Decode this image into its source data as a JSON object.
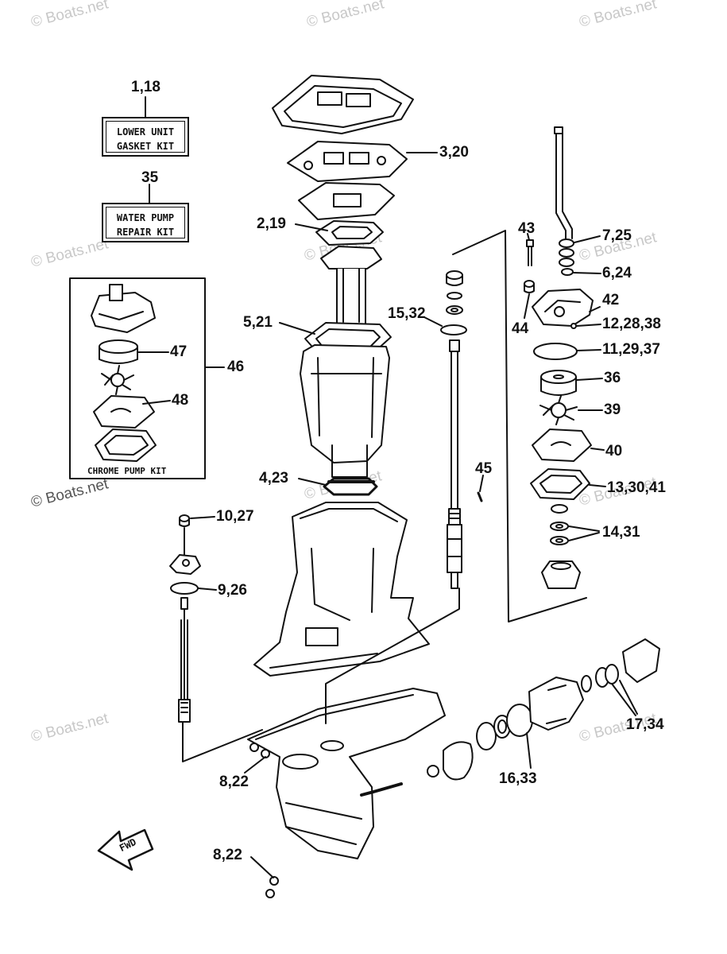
{
  "watermark": "© Boats.net",
  "kits": {
    "gasket": {
      "number": "1,18",
      "line1": "LOWER UNIT",
      "line2": "GASKET KIT"
    },
    "pump": {
      "number": "35",
      "line1": "WATER PUMP",
      "line2": "REPAIR KIT"
    },
    "chrome": {
      "number": "46",
      "caption": "CHROME PUMP KIT"
    }
  },
  "fwd_label": "FWD",
  "callouts": {
    "c3": "3,20",
    "c2": "2,19",
    "c5": "5,21",
    "c4": "4,23",
    "c10": "10,27",
    "c9": "9,26",
    "c15": "15,32",
    "c45": "45",
    "c43": "43",
    "c44": "44",
    "c7": "7,25",
    "c6": "6,24",
    "c42": "42",
    "c12": "12,28,38",
    "c11": "11,29,37",
    "c36": "36",
    "c39": "39",
    "c40": "40",
    "c13": "13,30,41",
    "c14": "14,31",
    "c47": "47",
    "c48": "48",
    "c17": "17,34",
    "c16": "16,33",
    "c8a": "8,22",
    "c8b": "8,22"
  }
}
